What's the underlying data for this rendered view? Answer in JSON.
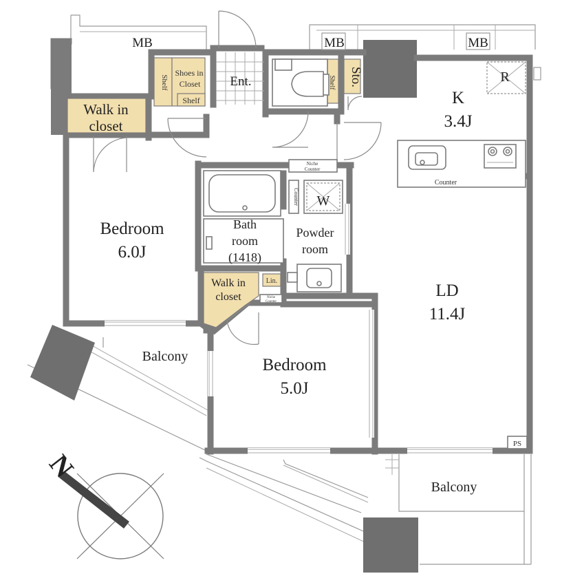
{
  "rooms": {
    "bedroom_large": {
      "name": "Bedroom",
      "size": "6.0J"
    },
    "bedroom_small": {
      "name": "Bedroom",
      "size": "5.0J"
    },
    "kitchen": {
      "name": "K",
      "size": "3.4J"
    },
    "living_dining": {
      "name": "LD",
      "size": "11.4J"
    },
    "bathroom": {
      "line1": "Bath",
      "line2": "room",
      "line3": "(1418)"
    },
    "powder_room": {
      "line1": "Powder",
      "line2": "room"
    },
    "entrance": "Ent.",
    "balcony_west": "Balcony",
    "balcony_south": "Balcony"
  },
  "storage": {
    "walk_in_closet_1": {
      "line1": "Walk in",
      "line2": "closet"
    },
    "walk_in_closet_2": {
      "line1": "Walk in",
      "line2": "closet"
    },
    "shoes_closet": {
      "line1": "Shoes in",
      "line2": "Closet"
    },
    "shelf_vertical": "Shelf",
    "shelf_bottom": "Shelf",
    "toilet_shelf": "Shelf",
    "storage_closet": "Sto.",
    "linen": "Lin."
  },
  "fixtures": {
    "meter_box_1": "MB",
    "meter_box_2": "MB",
    "meter_box_3": "MB",
    "refrigerator": "R",
    "washer": "W",
    "kitchen_counter": "Counter",
    "powder_counter": "Counter",
    "niche_counter_1": {
      "line1": "Niche",
      "line2": "Counter"
    },
    "niche_counter_2": {
      "line1": "Niche",
      "line2": "Counter"
    },
    "pipe_space": "PS"
  },
  "colors": {
    "wall": "#7b7b7b",
    "closet_fill": "#f2dfae",
    "background": "#ffffff"
  },
  "compass": {
    "label": "N",
    "icon": "north-arrow-icon"
  }
}
